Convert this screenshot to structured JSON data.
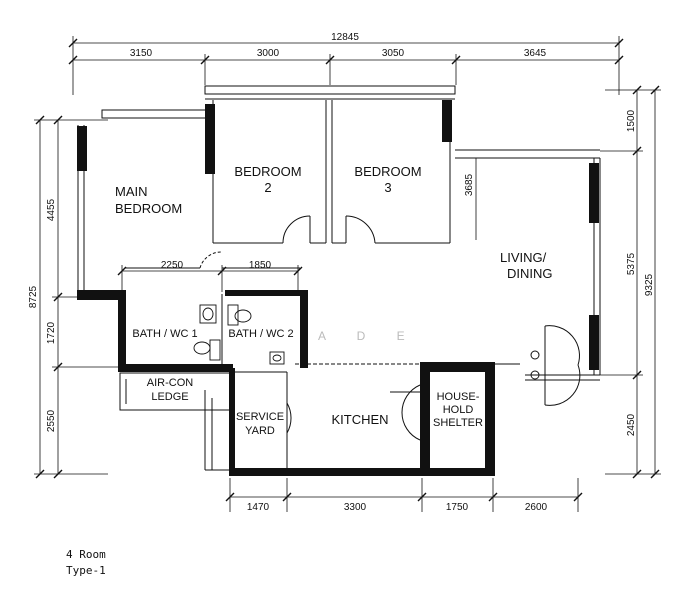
{
  "rooms": {
    "main_bedroom_line1": "MAIN",
    "main_bedroom_line2": "BEDROOM",
    "bedroom2_line1": "BEDROOM",
    "bedroom2_line2": "2",
    "bedroom3_line1": "BEDROOM",
    "bedroom3_line2": "3",
    "living_line1": "LIVING/",
    "living_line2": "DINING",
    "bath1": "BATH / WC 1",
    "bath2": "BATH / WC 2",
    "aircon_line1": "AIR-CON",
    "aircon_line2": "LEDGE",
    "service_line1": "SERVICE",
    "service_line2": "YARD",
    "kitchen": "KITCHEN",
    "shelter_line1": "HOUSE-",
    "shelter_line2": "HOLD",
    "shelter_line3": "SHELTER"
  },
  "dimensions": {
    "overall_width": "12845",
    "top": [
      "3150",
      "3000",
      "3050",
      "3645"
    ],
    "bath_widths": [
      "2250",
      "1850"
    ],
    "bottom": [
      "1470",
      "3300",
      "1750",
      "2600"
    ],
    "left_total": "8725",
    "left": [
      "4455",
      "1720",
      "2550"
    ],
    "right_total": "9325",
    "right": [
      "1500",
      "5375",
      "2450"
    ],
    "bedroom3_height": "3685"
  },
  "watermark": "A D E",
  "caption": {
    "line1": "4 Room",
    "line2": "Type-1"
  }
}
